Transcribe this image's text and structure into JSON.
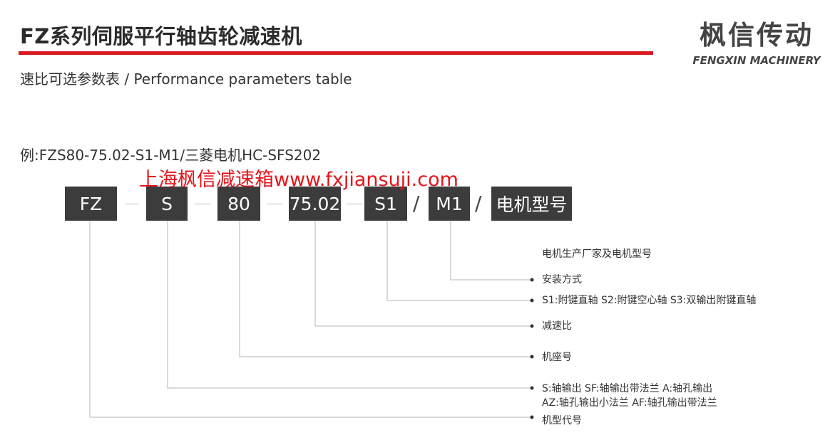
{
  "header": {
    "title": "FZ系列伺服平行轴齿轮减速机",
    "subtitle": "速比可选参数表 / Performance parameters table",
    "accent_color": "#d71920"
  },
  "logo": {
    "cn": "枫信传动",
    "en": "FENGXIN MACHINERY"
  },
  "example": {
    "text": "例:FZS80-75.02-S1-M1/三菱电机HC-SFS202"
  },
  "watermark": {
    "text": "上海枫信减速箱www.fxjiansuji.com",
    "color": "#e5141b"
  },
  "code": {
    "boxes": [
      "FZ",
      "S",
      "80",
      "75.02",
      "S1",
      "M1",
      "电机型号"
    ],
    "separators": [
      "-",
      "-",
      "-",
      "-",
      "/",
      "/"
    ]
  },
  "descriptions": {
    "motor": "电机生产厂家及电机型号",
    "mounting": "安装方式",
    "output_options": "S1:附键直轴  S2:附键空心轴  S3:双输出附键直轴",
    "ratio": "减速比",
    "frame": "机座号",
    "shaft_line1": "S:轴输出    SF:轴输出带法兰    A:轴孔输出",
    "shaft_line2": "AZ:轴孔输出小法兰    AF:轴孔输出带法兰",
    "model": "机型代号"
  }
}
